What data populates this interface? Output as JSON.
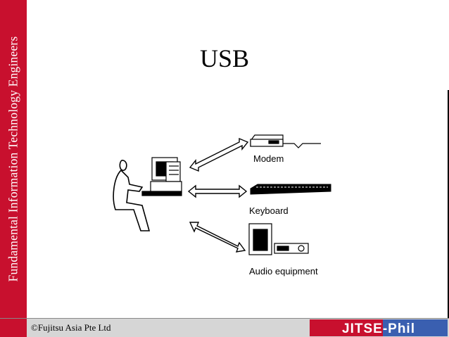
{
  "sidebar": {
    "text": "Fundamental Information Technology Engineers"
  },
  "slide": {
    "title": "USB"
  },
  "diagram": {
    "devices": [
      {
        "label": "Modem"
      },
      {
        "label": "Keyboard"
      },
      {
        "label": "Audio equipment"
      }
    ]
  },
  "footer": {
    "copyright": "©Fujitsu Asia Pte Ltd",
    "logo_text": "JITSE-Phil"
  },
  "colors": {
    "accent": "#c8102e",
    "footer_bg": "#d6d6d6",
    "logo_blue": "#3a5fb0"
  }
}
